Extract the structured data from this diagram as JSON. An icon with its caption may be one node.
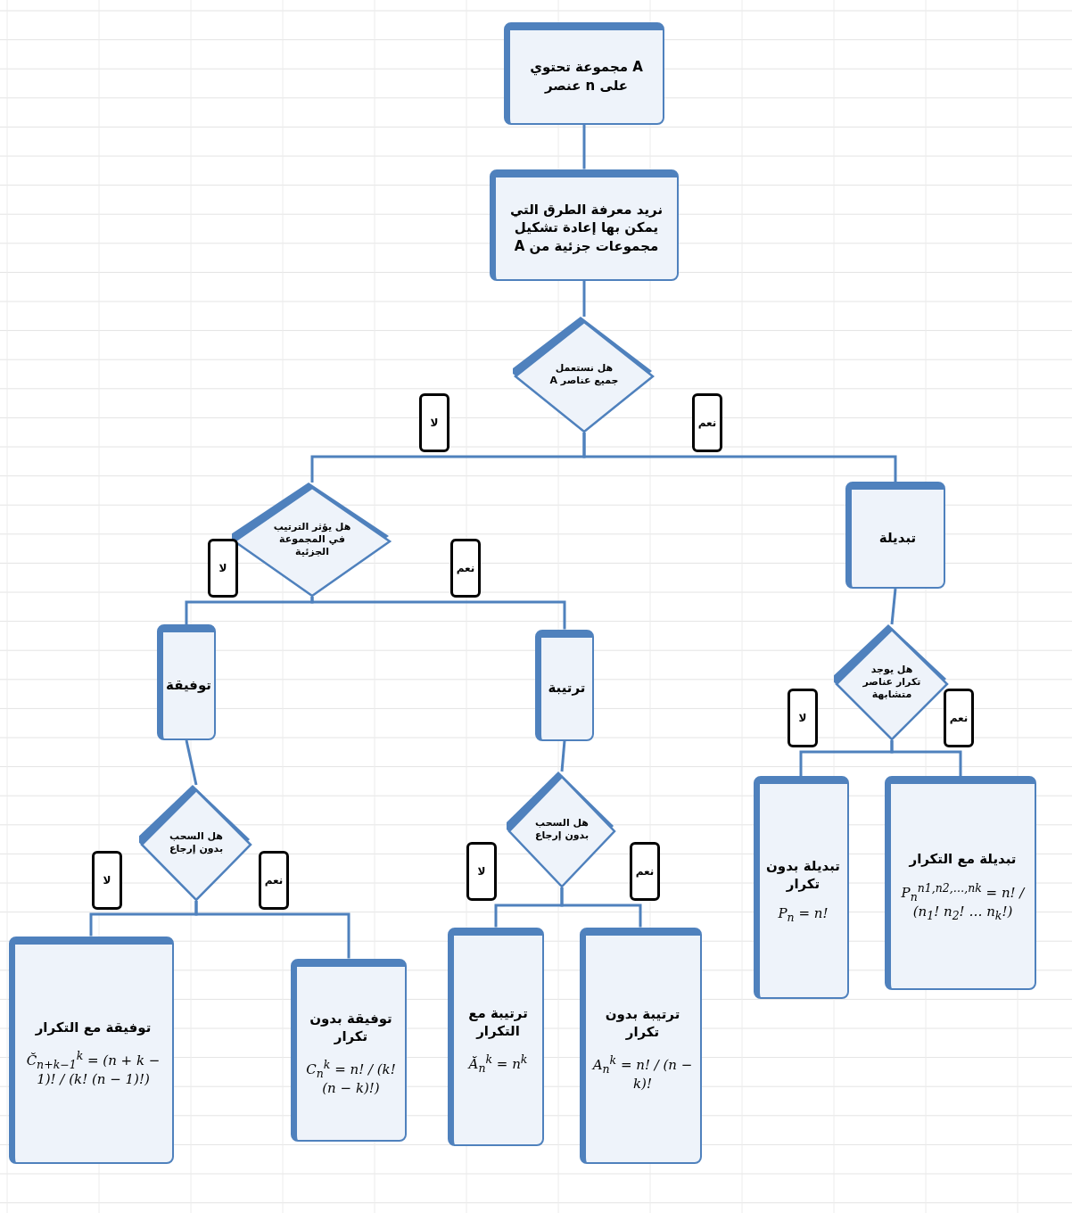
{
  "diagram": {
    "nodes": [
      {
        "text": [
          "A مجموعة تحتوي على n عنصر"
        ]
      },
      {
        "text": [
          "نريد معرفة الطرق التي يمكن بها إعادة تشكيل مجموعات جزئية من A"
        ]
      },
      {
        "text": [
          "هل نستعمل جميع عناصر A"
        ]
      },
      {
        "text": [
          "هل يؤثر الترتيب في المجموعة الجزئية"
        ]
      },
      {
        "text": [
          "تبديلة"
        ]
      },
      {
        "text": [
          "توفيقة"
        ]
      },
      {
        "text": [
          "ترتيبة"
        ]
      },
      {
        "text": [
          "هل يوجد تكرار عناصر متشابهة"
        ]
      },
      {
        "text": [
          "هل السحب بدون إرجاع"
        ]
      },
      {
        "text": [
          "هل السحب بدون إرجاع"
        ]
      },
      {
        "text": [
          "تبديلة بدون تكرار",
          "P$_{n}$ = n!"
        ]
      },
      {
        "text": [
          "تبديلة مع التكرار",
          "P$_{n}$$^{n1,n2,…,nk}$ = n! / (n$_{1}$! n$_{2}$! … n$_{k}$!)"
        ]
      },
      {
        "text": [
          "توفيقة مع التكرار",
          "C̆$_{n+k−1}$$^{k}$ = (n + k − 1)! / (k! (n − 1)!)"
        ]
      },
      {
        "text": [
          "توفيقة بدون تكرار",
          "C$_{n}$$^{k}$ = n! / (k! (n − k)!)"
        ]
      },
      {
        "text": [
          "ترتيبة مع التكرار",
          "Ă$_{n}$$^{k}$ = n$^{k}$"
        ]
      },
      {
        "text": [
          "ترتيبة بدون تكرار",
          "A$_{n}$$^{k}$ = n! / (n − k)!"
        ]
      }
    ],
    "edges": [
      {
        "from": 0,
        "to": 1,
        "arrow": "none"
      },
      {
        "from": 1,
        "to": 2,
        "arrow": "none"
      },
      {
        "from": 2,
        "to": 3,
        "arrow": "none",
        "label": "لا"
      },
      {
        "from": 2,
        "to": 4,
        "arrow": "none",
        "label": "نعم"
      },
      {
        "from": 3,
        "to": 5,
        "arrow": "none",
        "label": "لا"
      },
      {
        "from": 3,
        "to": 6,
        "arrow": "none",
        "label": "نعم"
      },
      {
        "from": 4,
        "to": 7,
        "arrow": "none"
      },
      {
        "from": 5,
        "to": 8,
        "arrow": "none"
      },
      {
        "from": 6,
        "to": 9,
        "arrow": "none"
      },
      {
        "from": 7,
        "to": 10,
        "arrow": "none",
        "label": "لا"
      },
      {
        "from": 7,
        "to": 11,
        "arrow": "none",
        "label": "نعم"
      },
      {
        "from": 8,
        "to": 12,
        "arrow": "none",
        "label": "لا"
      },
      {
        "from": 8,
        "to": 13,
        "arrow": "none",
        "label": "نعم"
      },
      {
        "from": 9,
        "to": 14,
        "arrow": "none",
        "label": "لا"
      },
      {
        "from": 9,
        "to": 15,
        "arrow": "none",
        "label": "نعم"
      }
    ]
  }
}
